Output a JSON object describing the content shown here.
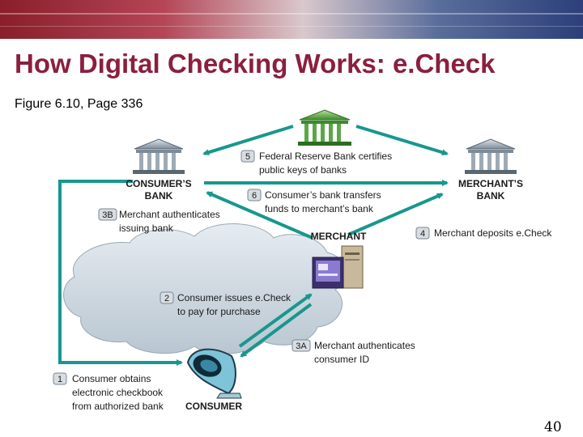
{
  "title": "How Digital Checking Works: e.Check",
  "subtitle": "Figure 6.10, Page 336",
  "page_number": "40",
  "colors": {
    "arrow": "#17978f",
    "title": "#8b1f3e",
    "cloud": "#c7d3dc",
    "badge": "#d8dde2"
  },
  "nodes": {
    "federal_reserve": "",
    "consumers_bank": [
      "CONSUMER’S",
      "BANK"
    ],
    "merchants_bank": [
      "MERCHANT’S",
      "BANK"
    ],
    "merchant": "MERCHANT",
    "consumer": "CONSUMER"
  },
  "steps": [
    {
      "num": "5",
      "lines": [
        "Federal Reserve Bank certifies",
        "public keys of banks"
      ]
    },
    {
      "num": "6",
      "lines": [
        "Consumer’s bank transfers",
        "funds to merchant’s bank"
      ]
    },
    {
      "num": "3B",
      "lines": [
        "Merchant authenticates",
        "issuing bank"
      ]
    },
    {
      "num": "4",
      "lines": [
        "Merchant deposits e.Check"
      ]
    },
    {
      "num": "2",
      "lines": [
        "Consumer issues e.Check",
        "to pay for purchase"
      ]
    },
    {
      "num": "3A",
      "lines": [
        "Merchant authenticates",
        "consumer ID"
      ]
    },
    {
      "num": "1",
      "lines": [
        "Consumer obtains",
        "electronic checkbook",
        "from authorized bank"
      ]
    }
  ]
}
